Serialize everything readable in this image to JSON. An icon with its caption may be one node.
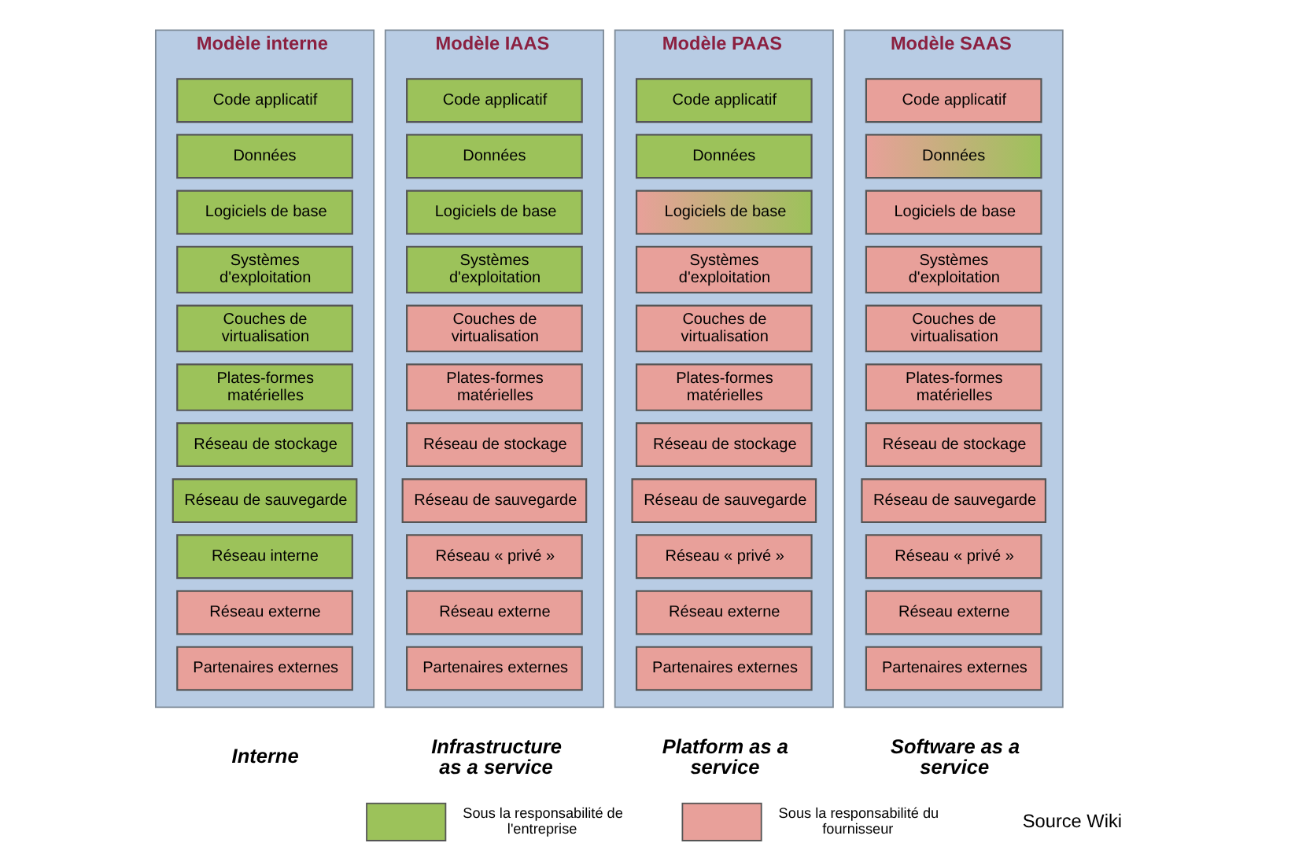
{
  "diagram": {
    "nodes": [
      {
        "text": [
          "Modèle interne"
        ],
        "beside": [
          "Interne"
        ]
      },
      {
        "text": [
          "Code applicatif"
        ],
        "in": 0
      },
      {
        "text": [
          "Données"
        ],
        "in": 0
      },
      {
        "text": [
          "Logiciels de base"
        ],
        "in": 0
      },
      {
        "text": [
          "Systèmes d'exploitation"
        ],
        "in": 0
      },
      {
        "text": [
          "Couches de virtualisation"
        ],
        "in": 0
      },
      {
        "text": [
          "Plates-formes matérielles"
        ],
        "in": 0
      },
      {
        "text": [
          "Réseau de stockage"
        ],
        "in": 0
      },
      {
        "text": [
          "Réseau de sauvegarde"
        ],
        "in": 0
      },
      {
        "text": [
          "Réseau interne"
        ],
        "in": 0
      },
      {
        "text": [
          "Réseau externe"
        ],
        "in": 0
      },
      {
        "text": [
          "Partenaires externes"
        ],
        "in": 0
      },
      {
        "text": [
          "Modèle IAAS"
        ],
        "beside": [
          "Infrastructure as a service"
        ]
      },
      {
        "text": [
          "Code applicatif"
        ],
        "in": 12
      },
      {
        "text": [
          "Données"
        ],
        "in": 12
      },
      {
        "text": [
          "Logiciels de base"
        ],
        "in": 12
      },
      {
        "text": [
          "Systèmes d'exploitation"
        ],
        "in": 12
      },
      {
        "text": [
          "Couches de virtualisation"
        ],
        "in": 12
      },
      {
        "text": [
          "Plates-formes matérielles"
        ],
        "in": 12
      },
      {
        "text": [
          "Réseau de stockage"
        ],
        "in": 12
      },
      {
        "text": [
          "Réseau de sauvegarde"
        ],
        "in": 12
      },
      {
        "text": [
          "Réseau « privé »"
        ],
        "in": 12
      },
      {
        "text": [
          "Réseau externe"
        ],
        "in": 12
      },
      {
        "text": [
          "Partenaires externes"
        ],
        "in": 12
      },
      {
        "text": [
          "Modèle PAAS"
        ],
        "beside": [
          "Platform as a service"
        ]
      },
      {
        "text": [
          "Code applicatif"
        ],
        "in": 24
      },
      {
        "text": [
          "Données"
        ],
        "in": 24
      },
      {
        "text": [
          "Logiciels de base"
        ],
        "in": 24
      },
      {
        "text": [
          "Systèmes d'exploitation"
        ],
        "in": 24
      },
      {
        "text": [
          "Couches de virtualisation"
        ],
        "in": 24
      },
      {
        "text": [
          "Plates-formes matérielles"
        ],
        "in": 24
      },
      {
        "text": [
          "Réseau de stockage"
        ],
        "in": 24
      },
      {
        "text": [
          "Réseau de sauvegarde"
        ],
        "in": 24
      },
      {
        "text": [
          "Réseau « privé »"
        ],
        "in": 24
      },
      {
        "text": [
          "Réseau externe"
        ],
        "in": 24
      },
      {
        "text": [
          "Partenaires externes"
        ],
        "in": 24
      },
      {
        "text": [
          "Modèle SAAS"
        ],
        "beside": [
          "Software as a service"
        ]
      },
      {
        "text": [
          "Code applicatif"
        ],
        "in": 36
      },
      {
        "text": [
          "Données"
        ],
        "in": 36
      },
      {
        "text": [
          "Logiciels de base"
        ],
        "in": 36
      },
      {
        "text": [
          "Systèmes d'exploitation"
        ],
        "in": 36
      },
      {
        "text": [
          "Couches de virtualisation"
        ],
        "in": 36
      },
      {
        "text": [
          "Plates-formes matérielles"
        ],
        "in": 36
      },
      {
        "text": [
          "Réseau de stockage"
        ],
        "in": 36
      },
      {
        "text": [
          "Réseau de sauvegarde"
        ],
        "in": 36
      },
      {
        "text": [
          "Réseau « privé »"
        ],
        "in": 36
      },
      {
        "text": [
          "Réseau externe"
        ],
        "in": 36
      },
      {
        "text": [
          "Partenaires externes"
        ],
        "in": 36
      }
    ],
    "labels": [
      "Source Wiki"
    ],
    "legend": [
      {
        "text": "Sous la responsabilité de l'entreprise",
        "color": "#9cc25a"
      },
      {
        "text": "Sous la responsabilité du fournisseur",
        "color": "#e8a09a"
      }
    ]
  }
}
